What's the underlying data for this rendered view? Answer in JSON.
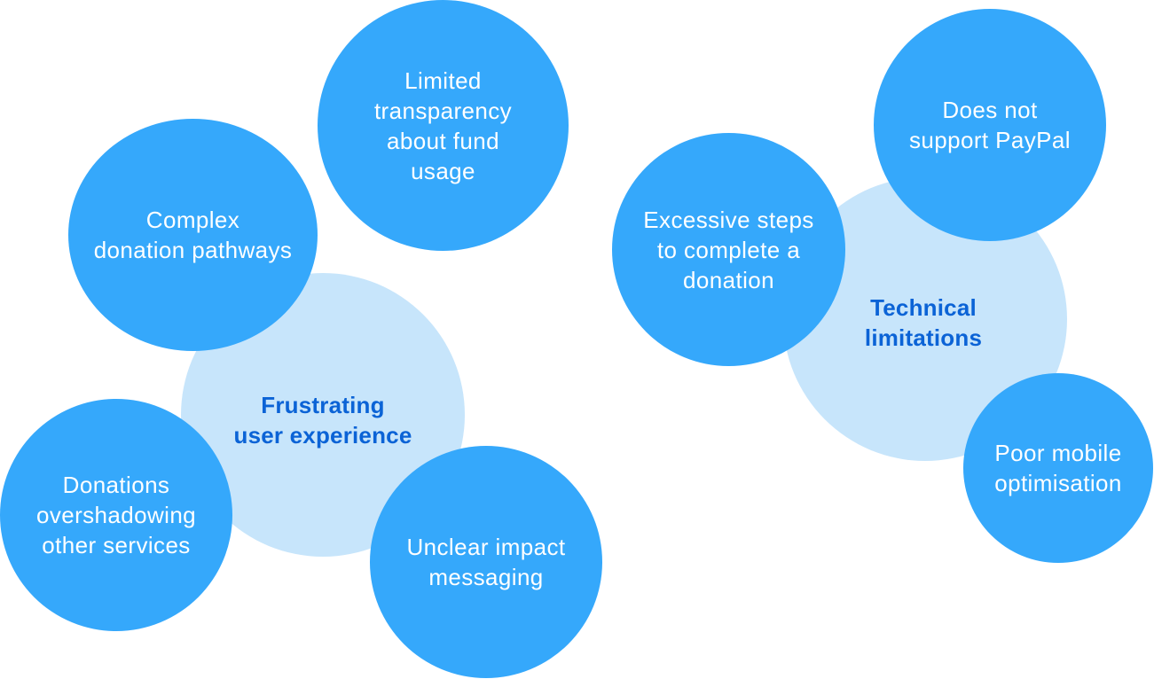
{
  "themes": {
    "ux": "Frustrating\nuser experience",
    "tech": "Technical\nlimitations"
  },
  "issues": {
    "transparency": "Limited\ntransparency\nabout fund\nusage",
    "complex": "Complex\ndonation pathways",
    "donations": "Donations\novershadowing\nother services",
    "impact": "Unclear impact\nmessaging",
    "steps": "Excessive steps\nto complete a\ndonation",
    "paypal": "Does not\nsupport PayPal",
    "mobile": "Poor mobile\noptimisation"
  },
  "colors": {
    "issue_fill": "#35a8fb",
    "theme_fill": "#c7e5fb",
    "theme_text": "#0b63d6",
    "issue_text": "#ffffff"
  }
}
